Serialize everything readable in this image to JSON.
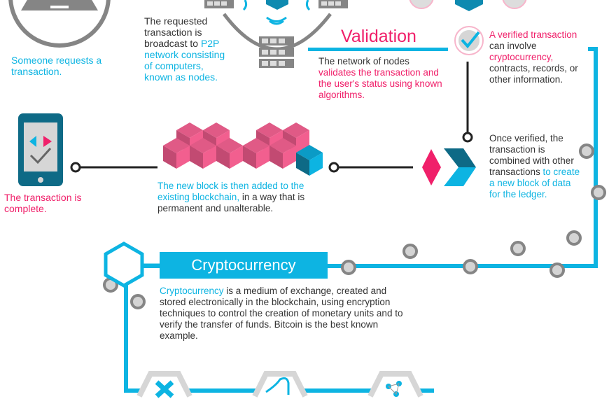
{
  "colors": {
    "cyan": "#0db4e2",
    "pink": "#f0206a",
    "teal": "#0e6a86",
    "gray": "#858585"
  },
  "step1": {
    "text": "Someone requests a transaction."
  },
  "step2": {
    "text_a": "The requested transaction is broadcast to ",
    "text_b": "P2P network consisting of computers, known as nodes."
  },
  "validation": {
    "title": "Validation",
    "text_a": "The network of nodes ",
    "text_b": "validates the transaction and the user's status using known algorithms."
  },
  "verified": {
    "text_a": "A verified transaction",
    "text_b": " can involve ",
    "text_c": "cryptocurrency,",
    "text_d": " contracts, records, or other information."
  },
  "combined": {
    "text_a": "Once verified, the transaction is combined with other transactions ",
    "text_b": "to create a new block of data for the ledger."
  },
  "new_block": {
    "text_a": "The new block is then added to the existing blockchain,",
    "text_b": " in a way that is permanent and unalterable."
  },
  "complete": {
    "text": "The transaction is complete."
  },
  "cryptocurrency": {
    "title": "Cryptocurrency",
    "text_a": "Cryptocurrency",
    "text_b": " is a medium of exchange, created and stored electronically in the blockchain, using encryption techniques to control the creation of monetary units and to verify the transfer of funds. Bitcoin is the best known example."
  }
}
